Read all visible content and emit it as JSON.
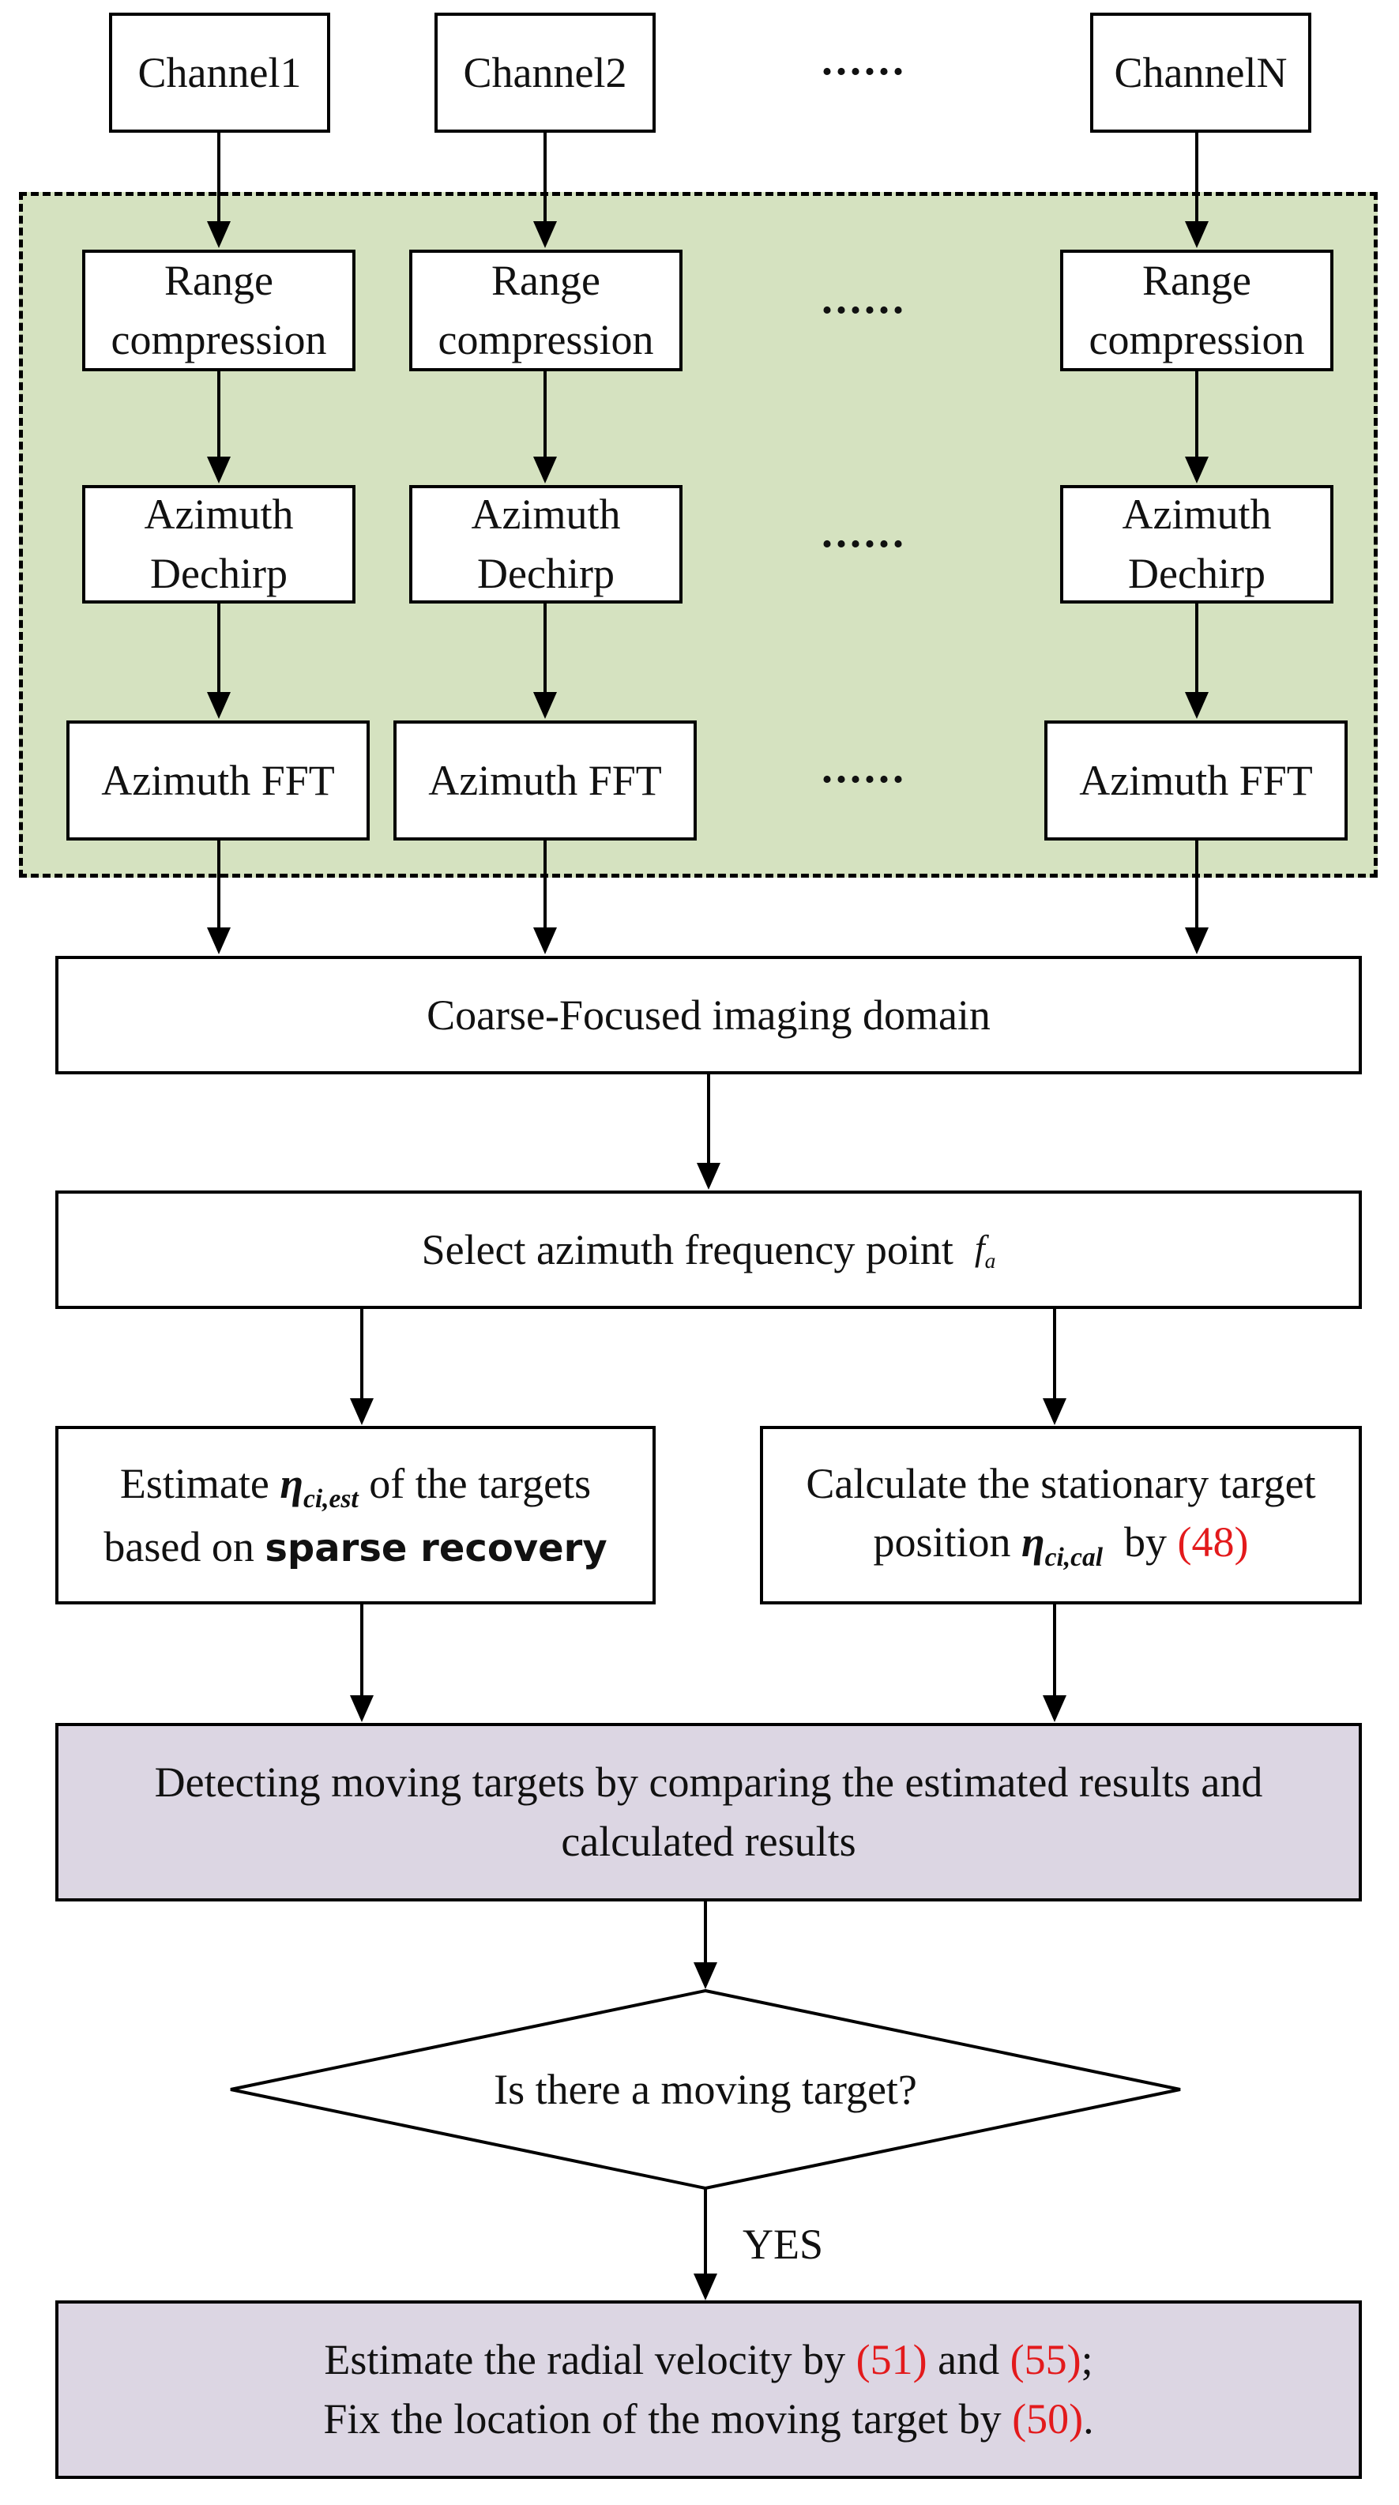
{
  "channels": [
    "Channel1",
    "Channel2",
    "ChannelN"
  ],
  "ellipsis": "......",
  "range_compression": [
    "Range",
    "compression"
  ],
  "azimuth_dechirp": [
    "Azimuth",
    "Dechirp"
  ],
  "azimuth_fft": "Azimuth FFT",
  "coarse_focused": "Coarse-Focused imaging domain",
  "select_freq": {
    "text": "Select azimuth frequency point",
    "symbol": "f",
    "symbol_sub": "a"
  },
  "estimate_box": {
    "pre": "Estimate ",
    "eta": "η",
    "eta_sub": "ci,est",
    "post": " of the targets",
    "line2_pre": "based on ",
    "line2_bold": "sparse recovery"
  },
  "calculate_box": {
    "line1": "Calculate the stationary target",
    "line2_pre": "position ",
    "eta": "η",
    "eta_sub": "ci,cal",
    "line2_mid": "  by ",
    "ref": "(48)"
  },
  "detecting": [
    "Detecting moving targets by comparing the estimated results and",
    "calculated results"
  ],
  "decision": "Is there a moving target?",
  "yes_label": "YES",
  "final_box": {
    "line1_pre": "Estimate the radial velocity by ",
    "ref1": "(51)",
    "line1_mid": " and ",
    "ref2": "(55)",
    "line1_post": ";",
    "line2_pre": "Fix the location of the moving target by ",
    "ref3": "(50)",
    "line2_post": "."
  },
  "colors": {
    "panel_fill": "#d5e2c0",
    "purple_fill": "#dcd6e3",
    "reference": "#e31a1c"
  }
}
